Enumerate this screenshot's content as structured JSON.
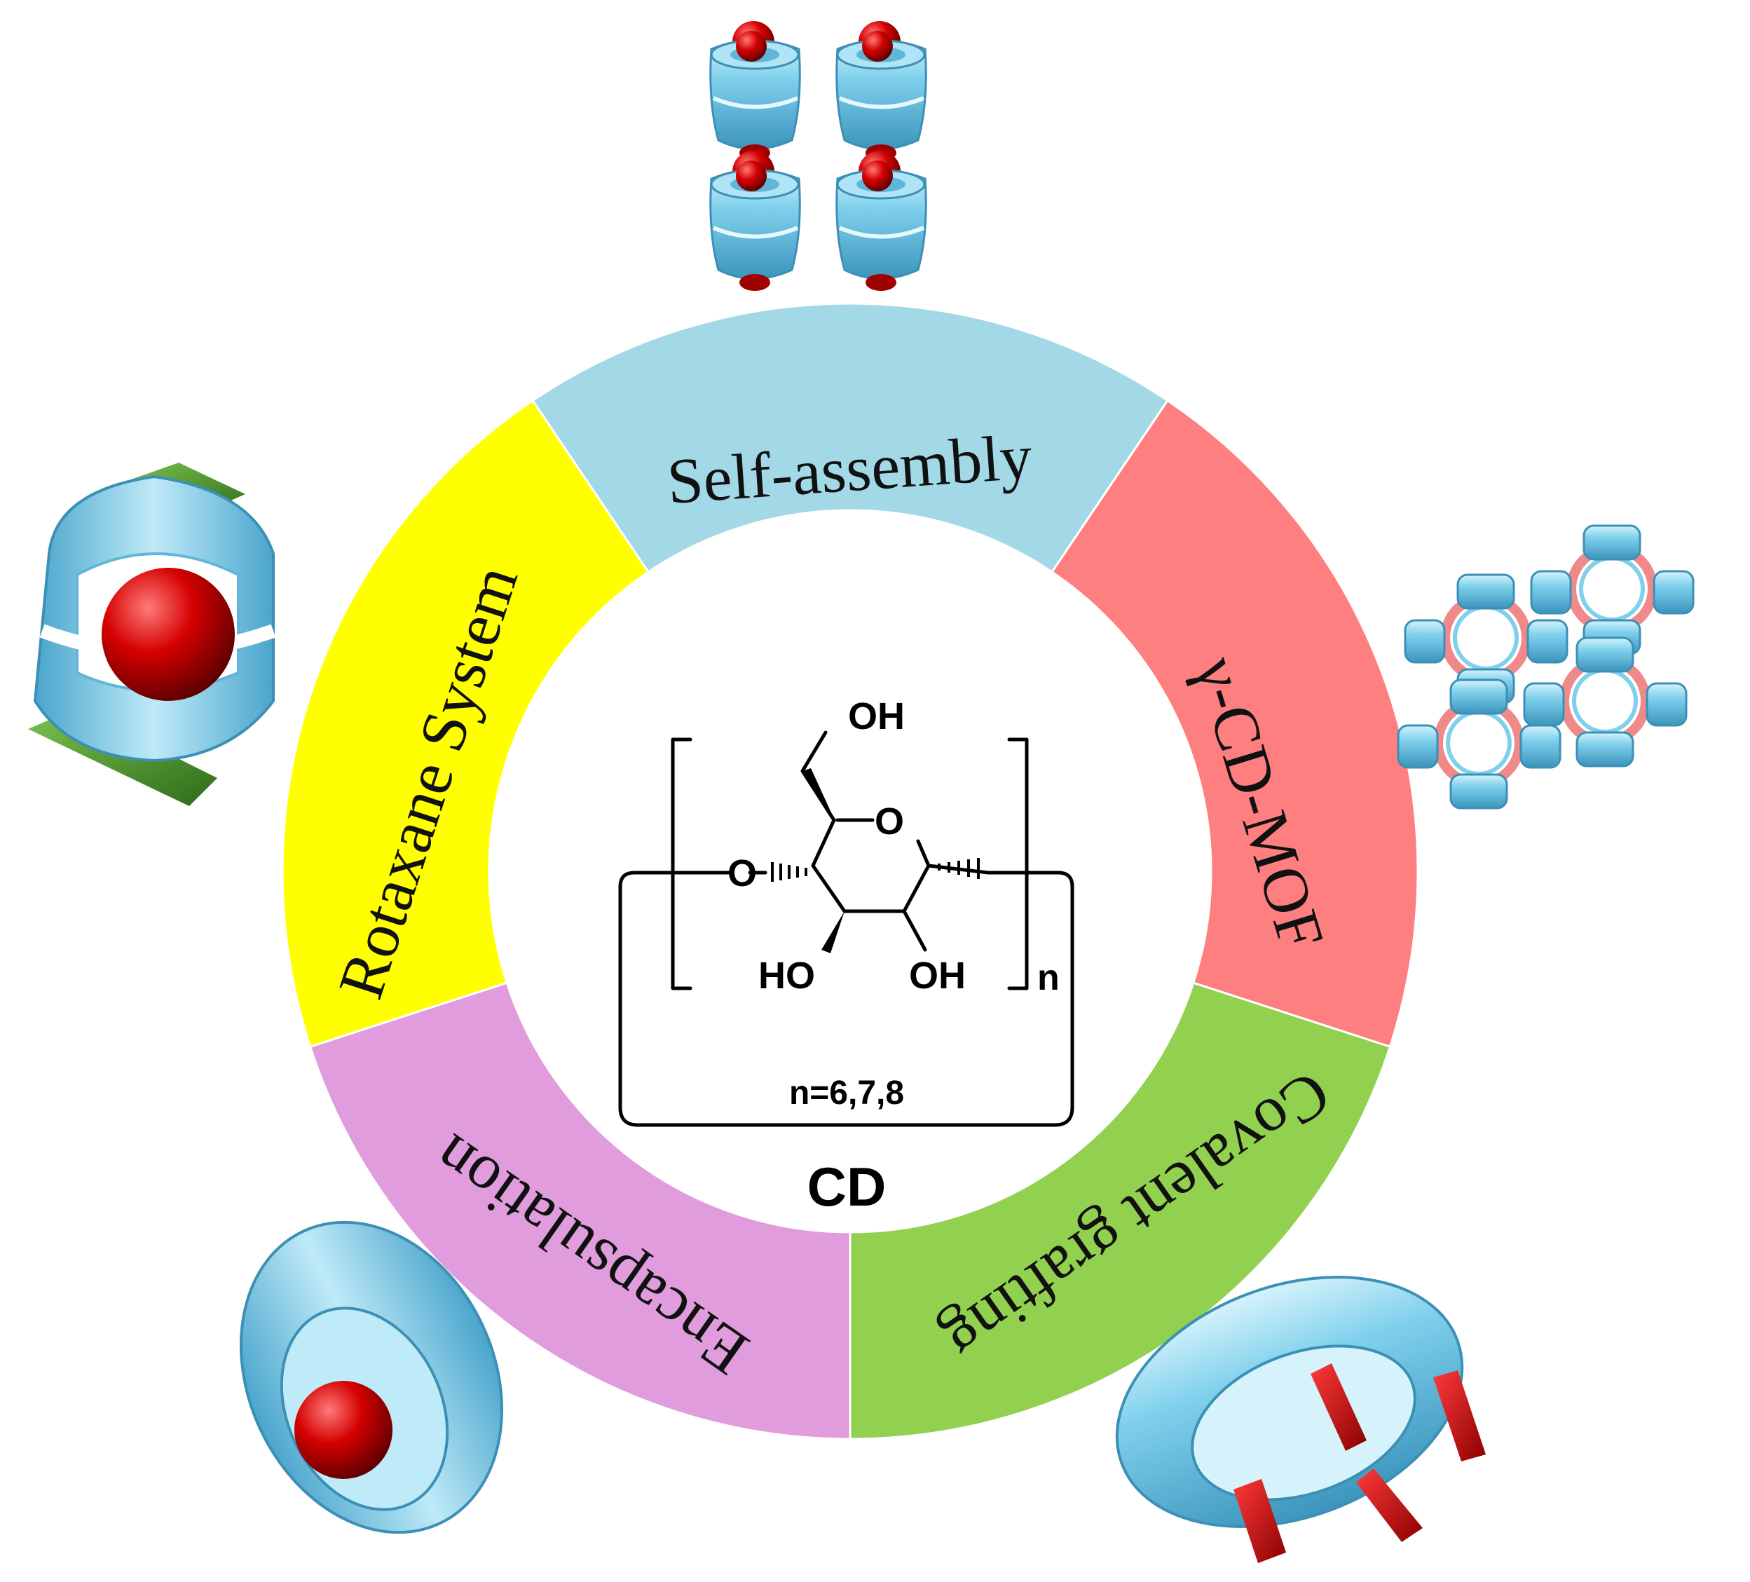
{
  "center": {
    "title": "CD",
    "n_values": "n=6,7,8",
    "repeat_index": "n",
    "atoms": {
      "oh_top": "OH",
      "ring_o": "O",
      "link_o": "O",
      "ho_left": "HO",
      "oh_right": "OH"
    }
  },
  "segments": [
    {
      "id": "self-assembly",
      "label": "Self-assembly",
      "color": "#a3d9e6"
    },
    {
      "id": "gamma-cd-mof",
      "label": "γ-CD-MOF",
      "color": "#fd7f80"
    },
    {
      "id": "covalent-grafting",
      "label": "Covalent grafting",
      "color": "#92d050"
    },
    {
      "id": "encapsulation",
      "label": "Encapsulation",
      "color": "#e09cdc"
    },
    {
      "id": "rotaxane-system",
      "label": "Rotaxane System",
      "color": "#ffff00"
    }
  ],
  "illustrations": {
    "cyclodextrin_color": "#7fd0ec",
    "guest_color": "#c00000",
    "axle_color": "#4f9a2e"
  }
}
